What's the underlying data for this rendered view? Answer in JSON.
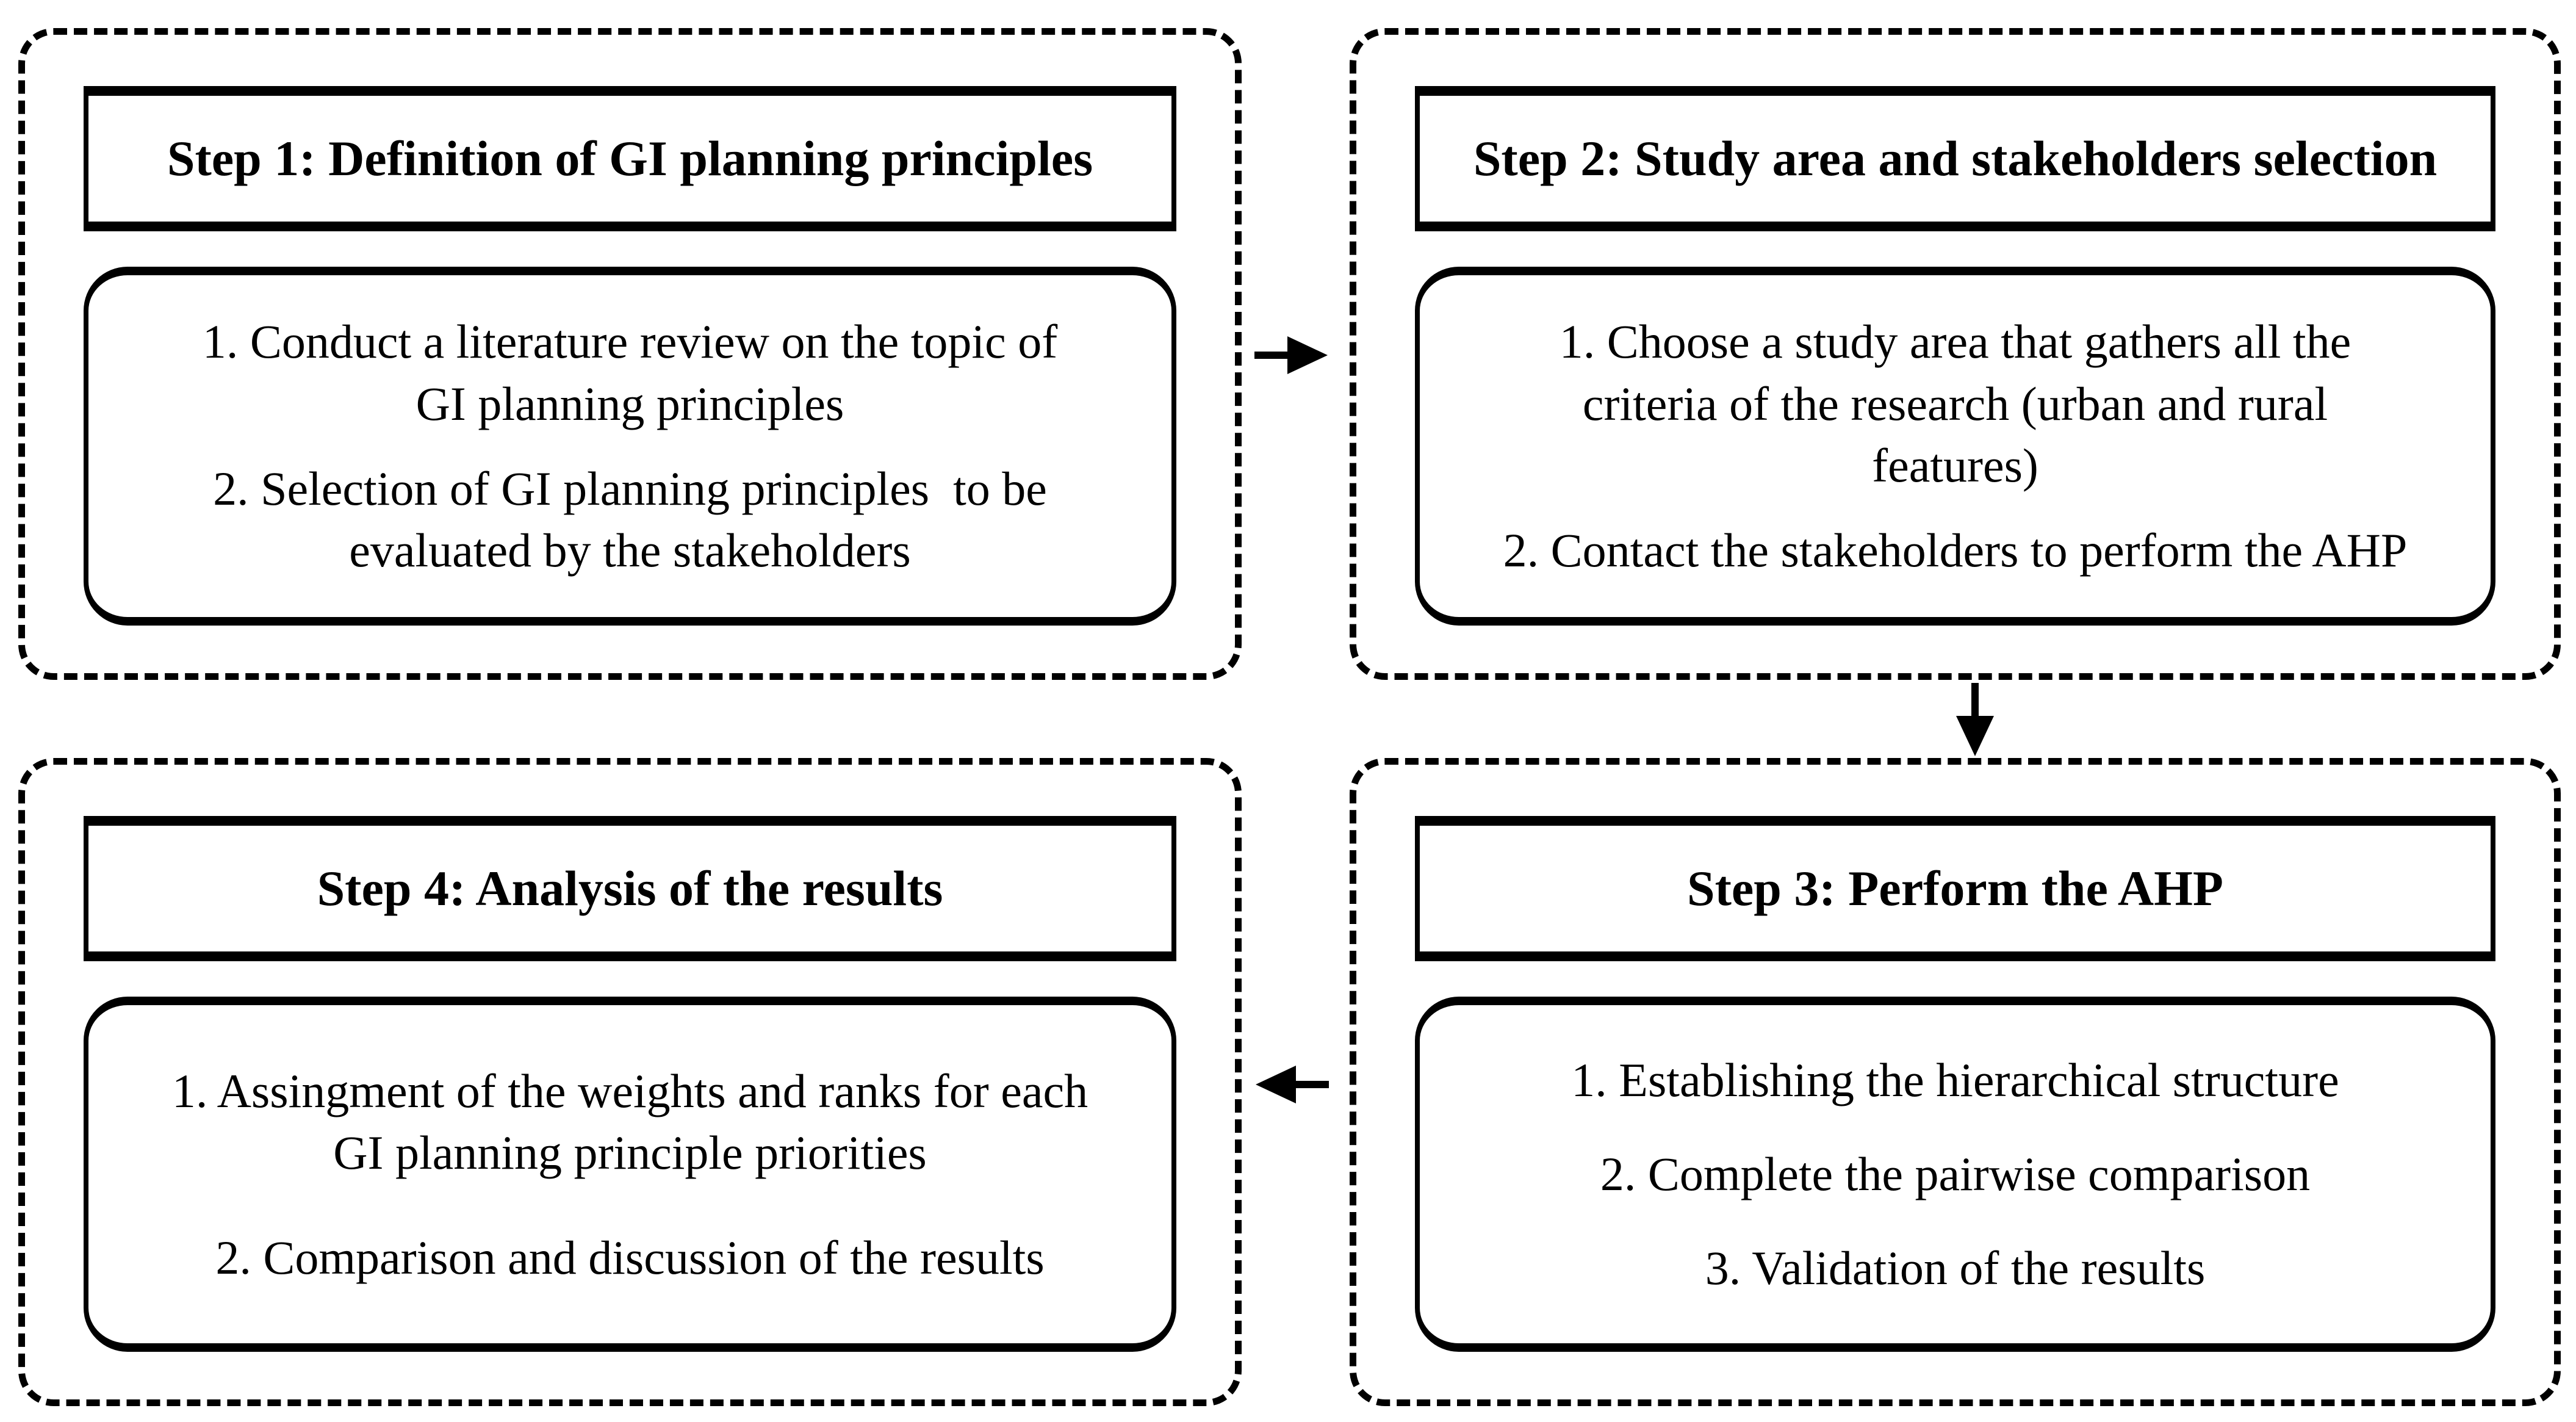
{
  "figure": {
    "background": "#ffffff",
    "ink": "#000000",
    "steps": [
      {
        "id": "step-1",
        "title": "Step 1: Definition of GI planning principles",
        "items": [
          "1. Conduct a literature review on the topic of\nGI planning principles",
          "2. Selection of GI planning principles  to be\nevaluated by the stakeholders"
        ]
      },
      {
        "id": "step-2",
        "title": "Step 2: Study area and stakeholders selection",
        "items": [
          "1. Choose a study area that gathers all the\ncriteria of the research (urban and rural\nfeatures)",
          "2. Contact the stakeholders to perform the AHP"
        ]
      },
      {
        "id": "step-3",
        "title": "Step 3: Perform the AHP",
        "items": [
          "1. Establishing the hierarchical structure",
          "2. Complete the pairwise comparison",
          "3. Validation of the results"
        ]
      },
      {
        "id": "step-4",
        "title": "Step 4: Analysis of the results",
        "items": [
          "1. Assingment of the weights and ranks for each\nGI planning principle priorities",
          "2. Comparison and discussion of the results"
        ]
      }
    ],
    "arrows": [
      {
        "from": "step-1",
        "to": "step-2",
        "direction": "right"
      },
      {
        "from": "step-2",
        "to": "step-3",
        "direction": "down"
      },
      {
        "from": "step-3",
        "to": "step-4",
        "direction": "left"
      }
    ]
  }
}
